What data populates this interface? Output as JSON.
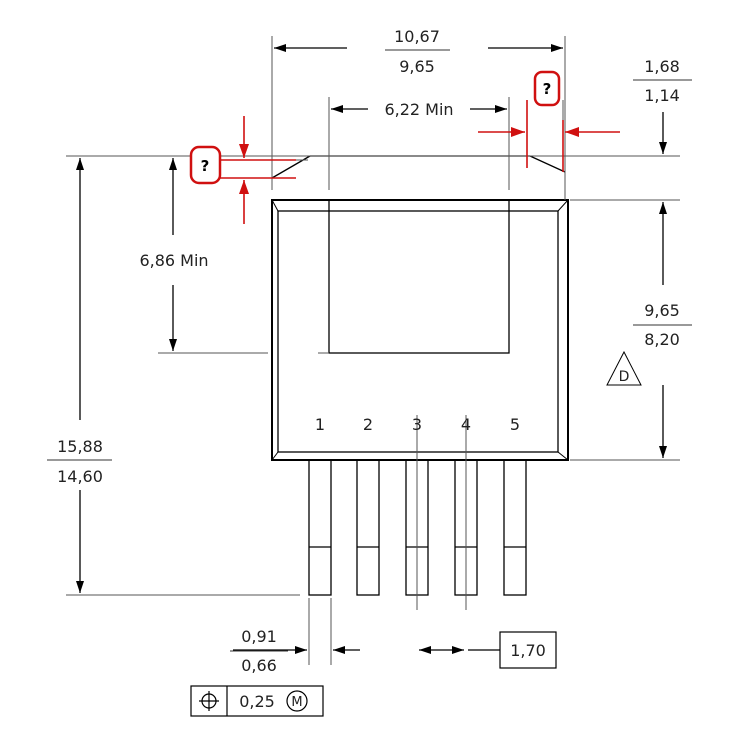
{
  "dimensions": {
    "body_width_max": "10,67",
    "body_width_min": "9,65",
    "tab_width_min": "6,22 Min",
    "top_offset_max": "1,68",
    "top_offset_min": "1,14",
    "tab_height_min": "6,86 Min",
    "body_height_max": "9,65",
    "body_height_min": "8,20",
    "overall_height_max": "15,88",
    "overall_height_min": "14,60",
    "lead_width_max": "0,91",
    "lead_width_min": "0,66",
    "pitch": "1,70"
  },
  "datum_note": "D",
  "pins": [
    "1",
    "2",
    "3",
    "4",
    "5"
  ],
  "tolerance_frame": {
    "value": "0,25",
    "modifier": "M"
  },
  "query_markers": [
    "?",
    "?"
  ],
  "colors": {
    "line": "#000000",
    "thin_line": "#444444",
    "annotation": "#d01010"
  }
}
